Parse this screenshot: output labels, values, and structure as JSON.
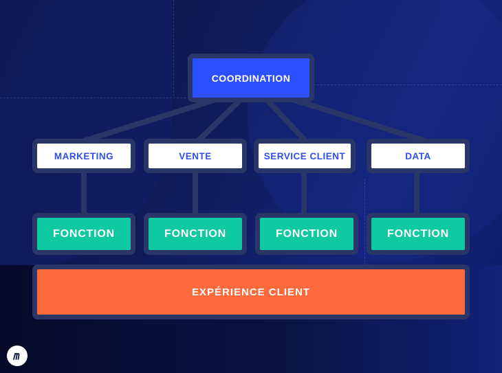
{
  "diagram": {
    "root": {
      "label": "COORDINATION"
    },
    "departments": [
      {
        "label": "MARKETING"
      },
      {
        "label": "VENTE"
      },
      {
        "label": "SERVICE CLIENT"
      },
      {
        "label": "DATA"
      }
    ],
    "functions": [
      {
        "label": "FONCTION"
      },
      {
        "label": "FONCTION"
      },
      {
        "label": "FONCTION"
      },
      {
        "label": "FONCTION"
      }
    ],
    "foundation": {
      "label": "EXPÉRIENCE CLIENT"
    }
  },
  "colors": {
    "root_box": "#2c50ff",
    "department_box": "#ffffff",
    "department_text": "#2f4fe6",
    "function_box": "#0fcaa0",
    "foundation_box": "#ff6a3d",
    "frame": "#2b3668",
    "background": "#0b1442"
  },
  "logo": {
    "icon": "brand-logo-icon"
  }
}
